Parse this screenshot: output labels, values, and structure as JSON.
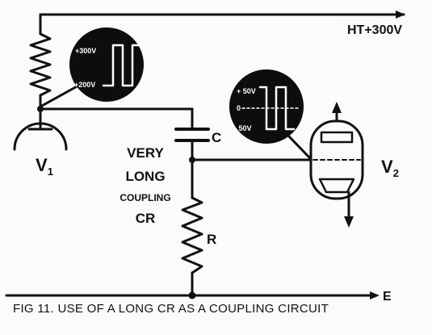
{
  "labels": {
    "ht": "HT+300V",
    "e": "E",
    "v1_letter": "V",
    "v1_sub": "1",
    "v2_letter": "V",
    "v2_sub": "2",
    "c": "C",
    "r": "R",
    "very": "VERY",
    "long": "LONG",
    "coupling": "COUPLING",
    "cr": "CR"
  },
  "scope_left": {
    "top": "+300V",
    "bottom": "+200V"
  },
  "scope_right": {
    "top": "+ 50V",
    "middle": "0 -",
    "bottom": "- 50V"
  },
  "caption": "FIG 11.  USE OF A LONG CR AS A COUPLING CIRCUIT"
}
